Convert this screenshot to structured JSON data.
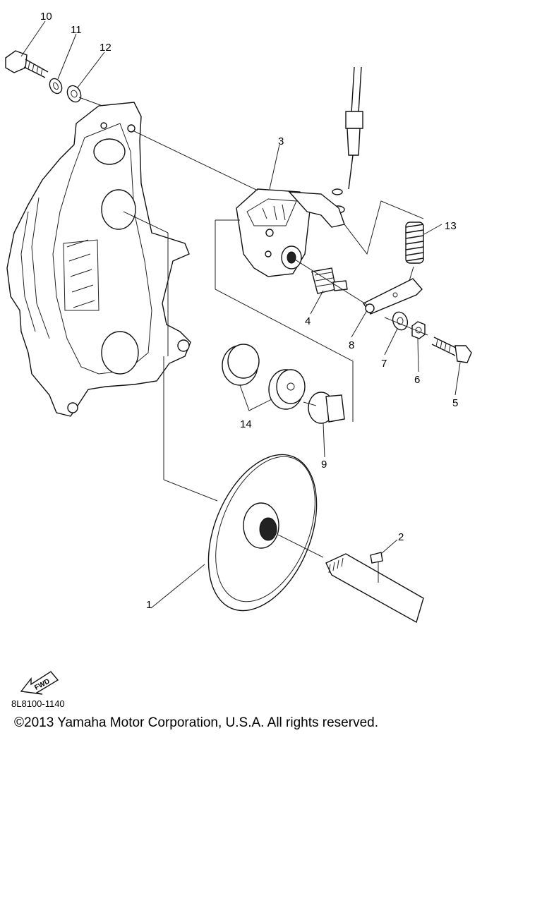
{
  "part_numbers": [
    {
      "id": "p1",
      "label": "1"
    },
    {
      "id": "p2",
      "label": "2"
    },
    {
      "id": "p3",
      "label": "3"
    },
    {
      "id": "p4",
      "label": "4"
    },
    {
      "id": "p5",
      "label": "5"
    },
    {
      "id": "p6",
      "label": "6"
    },
    {
      "id": "p7",
      "label": "7"
    },
    {
      "id": "p8",
      "label": "8"
    },
    {
      "id": "p9",
      "label": "9"
    },
    {
      "id": "p10",
      "label": "10"
    },
    {
      "id": "p11",
      "label": "11"
    },
    {
      "id": "p12",
      "label": "12"
    },
    {
      "id": "p13",
      "label": "13"
    },
    {
      "id": "p14",
      "label": "14"
    }
  ],
  "fwd_badge": "FWD",
  "diagram_ref": "8L8100-1140",
  "copyright": "©2013 Yamaha Motor Corporation, U.S.A. All rights reserved."
}
